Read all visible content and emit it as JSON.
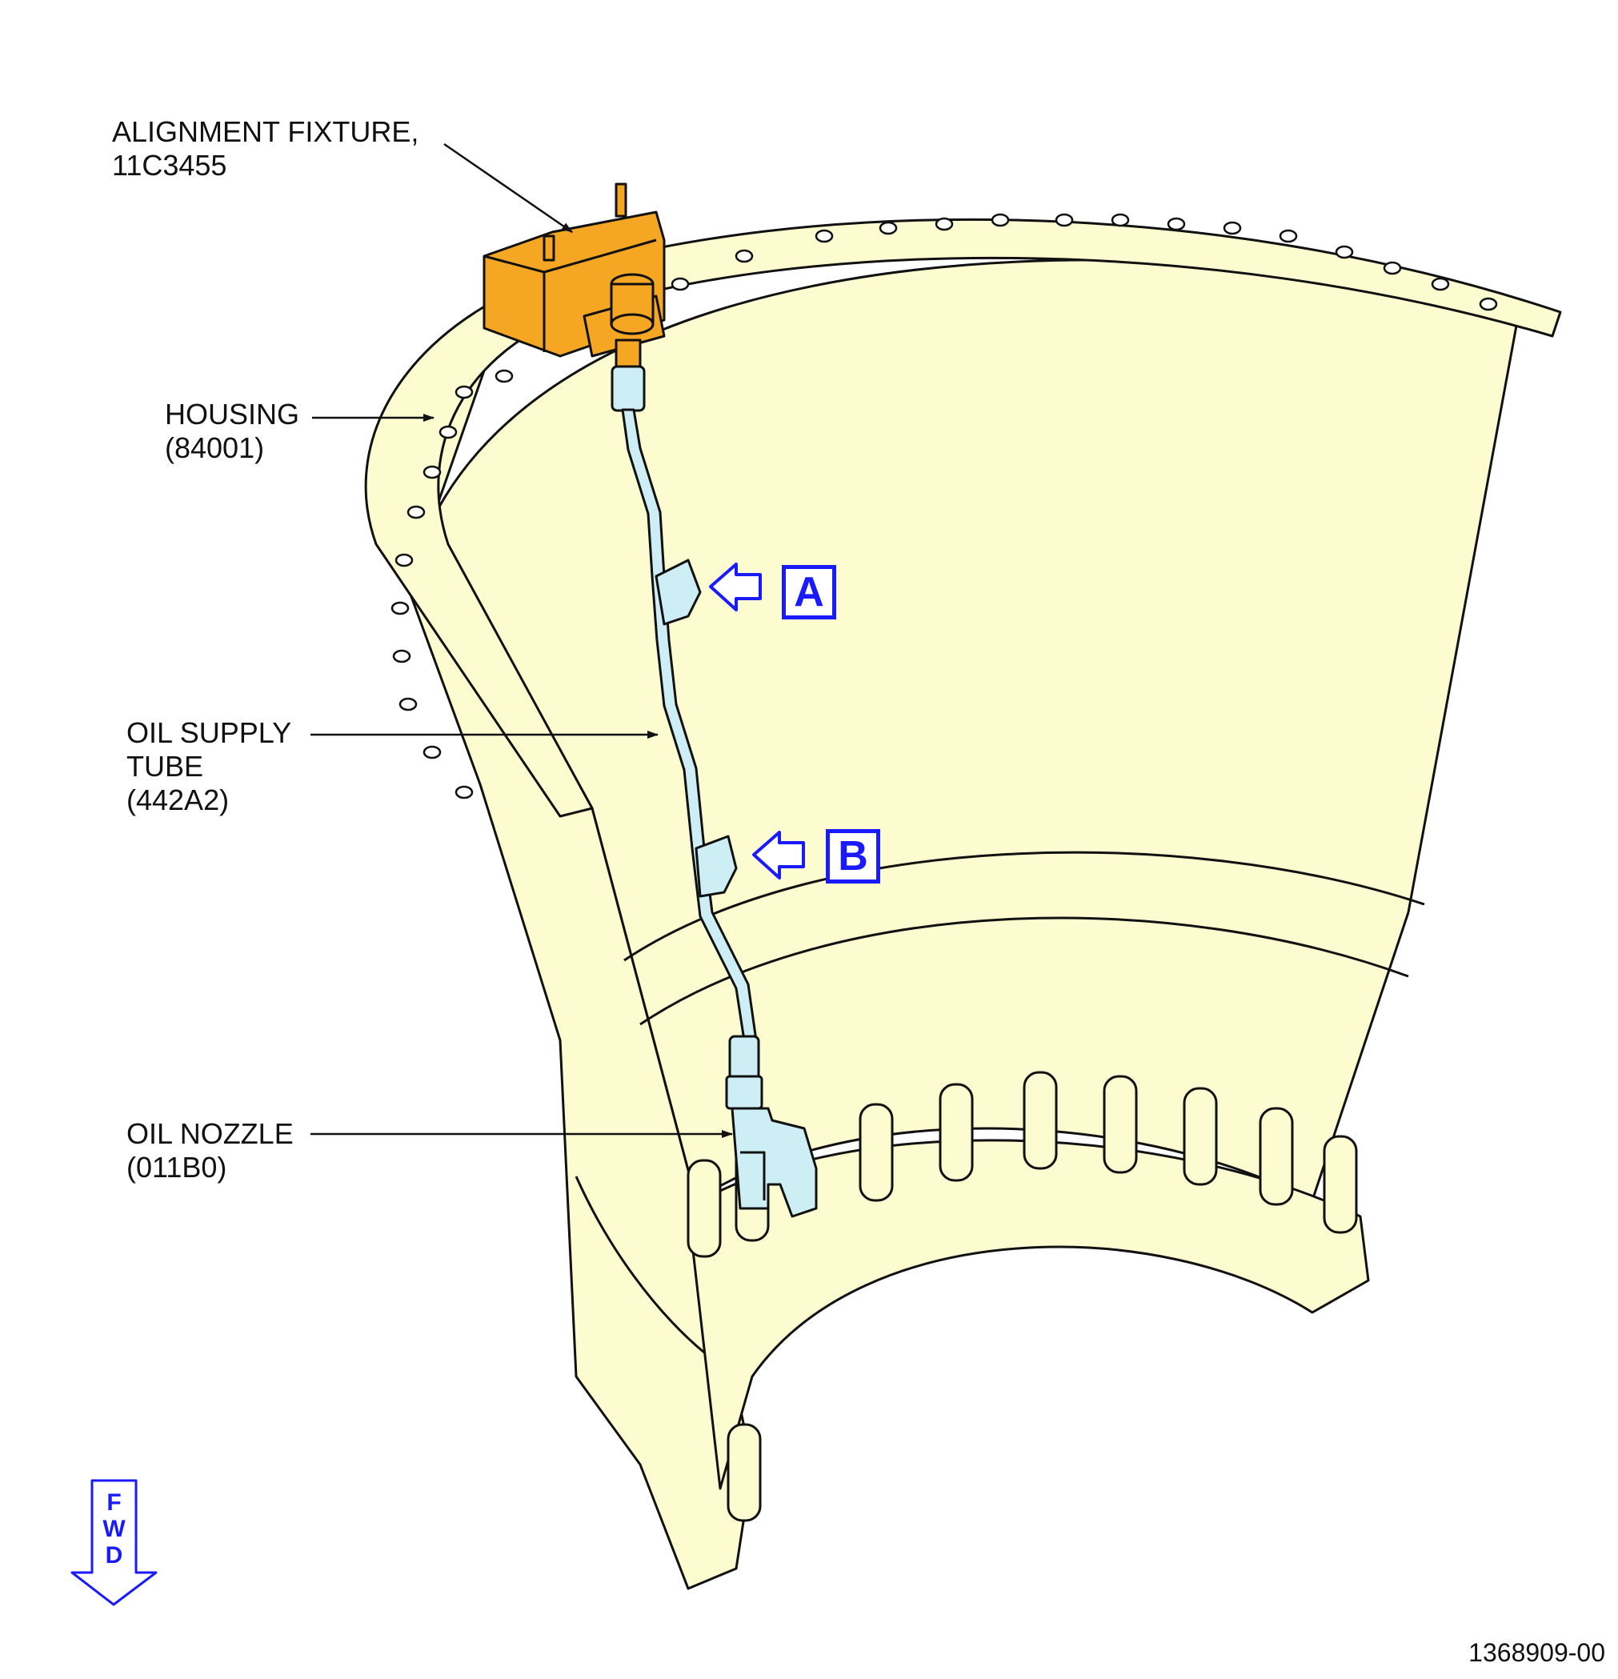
{
  "callouts": {
    "fixture": {
      "line1": "ALIGNMENT FIXTURE,",
      "line2": "11C3455"
    },
    "housing": {
      "line1": "HOUSING",
      "line2": "(84001)"
    },
    "tube": {
      "line1": "OIL SUPPLY",
      "line2": "TUBE",
      "line3": "(442A2)"
    },
    "nozzle": {
      "line1": "OIL NOZZLE",
      "line2": "(011B0)"
    }
  },
  "view_labels": {
    "a": "A",
    "b": "B"
  },
  "fwd": {
    "l1": "F",
    "l2": "W",
    "l3": "D"
  },
  "figure_number": "1368909-00",
  "colors": {
    "housing_fill": "#fdfbd0",
    "fixture_fill": "#f5a623",
    "tube_fill": "#cdeef5",
    "outline": "#111111",
    "view_blue": "#1a1aff"
  }
}
